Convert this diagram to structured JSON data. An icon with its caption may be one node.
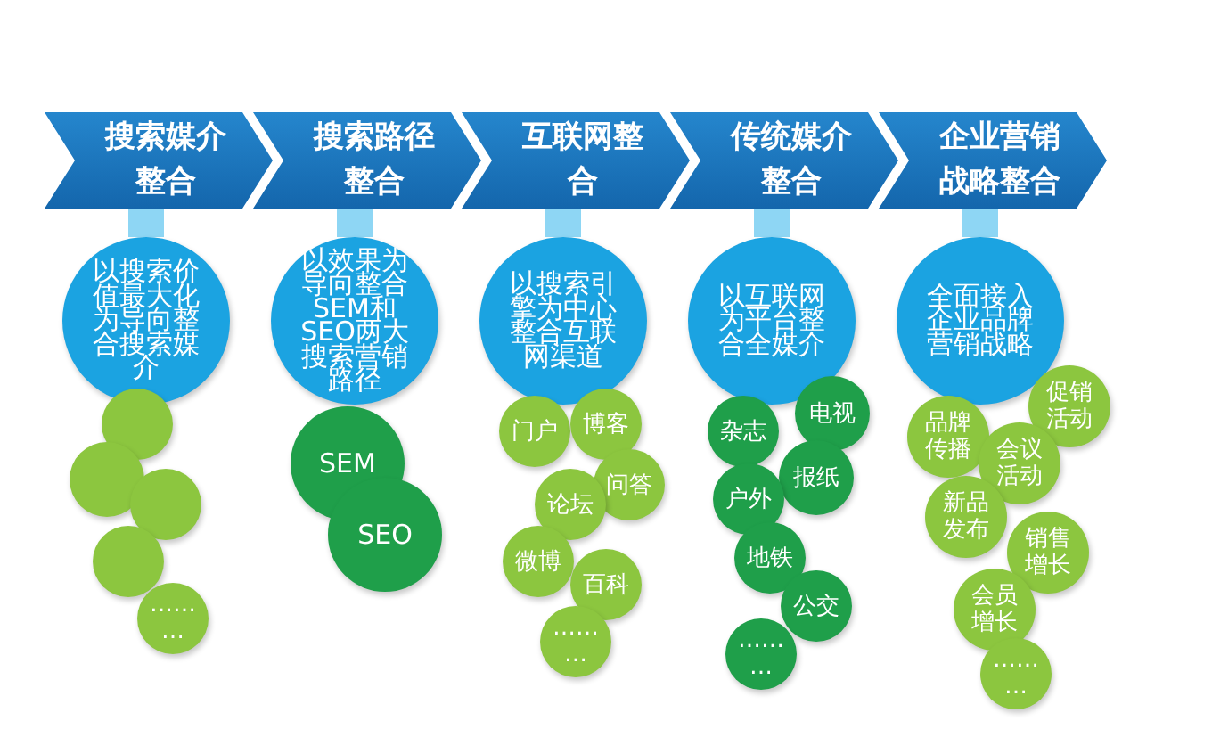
{
  "diagram": {
    "nodes": [
      {
        "text": [
          "搜索媒介整合"
        ]
      },
      {
        "text": [
          "搜索路径整合"
        ]
      },
      {
        "text": [
          "互联网整合"
        ]
      },
      {
        "text": [
          "传统媒介整合"
        ]
      },
      {
        "text": [
          "企业营销战略整合"
        ]
      },
      {
        "text": [
          "以搜索价值最大化为导向整合搜索媒介"
        ]
      },
      {
        "text": [
          "以效果为导向整合SEM和SEO两大搜索营销路径"
        ]
      },
      {
        "text": [
          "以搜索引擎为中心整合互联网渠道"
        ]
      },
      {
        "text": [
          "以互联网为平台整合全媒介"
        ]
      },
      {
        "text": [
          "全面接入企业品牌营销战略"
        ]
      },
      {
        "text": [],
        "shape": "circle"
      },
      {
        "text": [],
        "shape": "circle"
      },
      {
        "text": [],
        "shape": "circle"
      },
      {
        "text": [],
        "shape": "circle"
      },
      {
        "text": [
          "………"
        ]
      },
      {
        "text": [
          "SEM"
        ]
      },
      {
        "text": [
          "SEO"
        ]
      },
      {
        "text": [
          "门户"
        ]
      },
      {
        "text": [
          "博客"
        ]
      },
      {
        "text": [
          "问答"
        ]
      },
      {
        "text": [
          "论坛"
        ]
      },
      {
        "text": [
          "微博"
        ]
      },
      {
        "text": [
          "百科"
        ]
      },
      {
        "text": [
          "………"
        ]
      },
      {
        "text": [
          "杂志"
        ]
      },
      {
        "text": [
          "电视"
        ]
      },
      {
        "text": [
          "报纸"
        ]
      },
      {
        "text": [
          "户外"
        ]
      },
      {
        "text": [
          "地铁"
        ]
      },
      {
        "text": [
          "公交"
        ]
      },
      {
        "text": [
          "………"
        ]
      },
      {
        "text": [
          "品牌传播"
        ]
      },
      {
        "text": [
          "促销活动"
        ]
      },
      {
        "text": [
          "会议活动"
        ]
      },
      {
        "text": [
          "新品发布"
        ]
      },
      {
        "text": [
          "销售增长"
        ]
      },
      {
        "text": [
          "会员增长"
        ]
      },
      {
        "text": [
          "………"
        ]
      }
    ],
    "edges": [
      {
        "from": 0,
        "to": 5,
        "arrow": "none"
      },
      {
        "from": 1,
        "to": 6,
        "arrow": "none"
      },
      {
        "from": 2,
        "to": 7,
        "arrow": "none"
      },
      {
        "from": 3,
        "to": 8,
        "arrow": "none"
      },
      {
        "from": 4,
        "to": 9,
        "arrow": "none"
      }
    ]
  }
}
